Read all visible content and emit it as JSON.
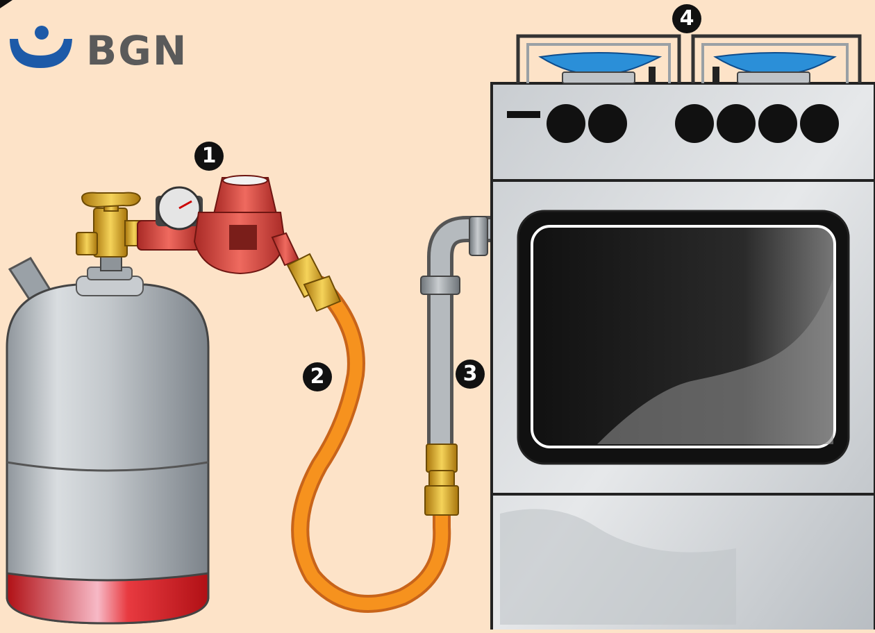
{
  "logo": {
    "text": "BGN",
    "color": "#1d5aa8"
  },
  "callouts": [
    {
      "id": "regulator",
      "number": "1"
    },
    {
      "id": "hose",
      "number": "2"
    },
    {
      "id": "pipe",
      "number": "3"
    },
    {
      "id": "burners",
      "number": "4"
    }
  ],
  "colors": {
    "background": "#fde3c8",
    "cylinder": "#b9bfc4",
    "cylinder_band": "#d8141b",
    "regulator": "#d9413b",
    "hose": "#f6921e",
    "brass": "#d9a521",
    "stove_body": "#d6d9dc",
    "flame": "#2b8fd8"
  },
  "icons": [
    "bgn-logo-icon",
    "gas-cylinder-icon",
    "pressure-regulator-icon",
    "pressure-gauge-icon",
    "rubber-hose-icon",
    "steel-pipe-icon",
    "gas-stove-icon",
    "burner-flame-icon"
  ]
}
